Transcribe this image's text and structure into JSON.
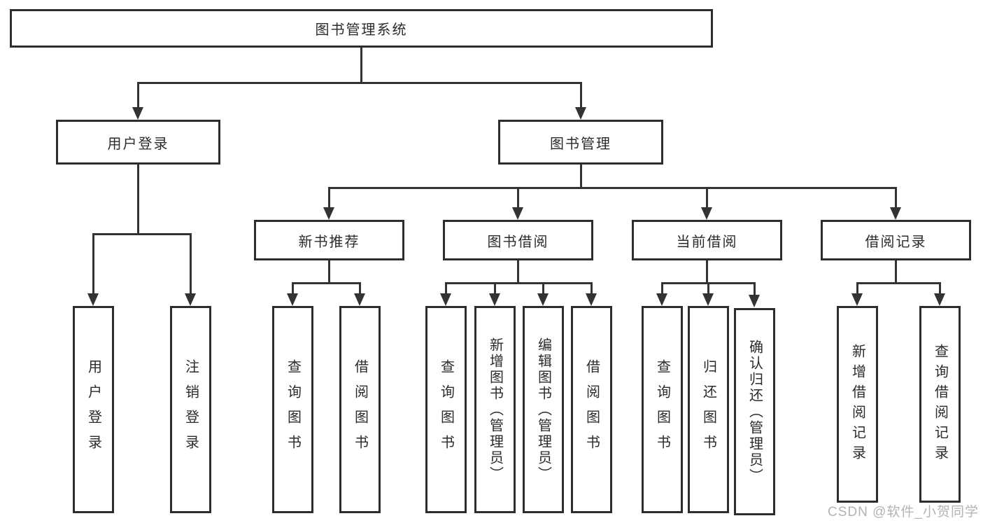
{
  "nodes": {
    "root": {
      "label": "图书管理系统"
    },
    "level2": [
      {
        "label": "用户登录"
      },
      {
        "label": "图书管理"
      }
    ],
    "level3": [
      {
        "label": "新书推荐"
      },
      {
        "label": "图书借阅"
      },
      {
        "label": "当前借阅"
      },
      {
        "label": "借阅记录"
      }
    ],
    "leaves": {
      "login": [
        {
          "label": "用户登录"
        },
        {
          "label": "注销登录"
        }
      ],
      "recommend": [
        {
          "label": "查询图书"
        },
        {
          "label": "借阅图书"
        }
      ],
      "borrow": [
        {
          "label": "查询图书"
        },
        {
          "label": "新增图书（管理员）"
        },
        {
          "label": "编辑图书（管理员）"
        },
        {
          "label": "借阅图书"
        }
      ],
      "current": [
        {
          "label": "查询图书"
        },
        {
          "label": "归还图书"
        },
        {
          "label": "确认归还（管理员）"
        }
      ],
      "records": [
        {
          "label": "新增借阅记录"
        },
        {
          "label": "查询借阅记录"
        }
      ]
    }
  },
  "watermark": "CSDN @软件_小贺同学",
  "colors": {
    "line": "#333333",
    "box_border": "#2d2d2d",
    "text": "#2b2b2b",
    "watermark": "#b3b3b3",
    "background": "#ffffff"
  }
}
